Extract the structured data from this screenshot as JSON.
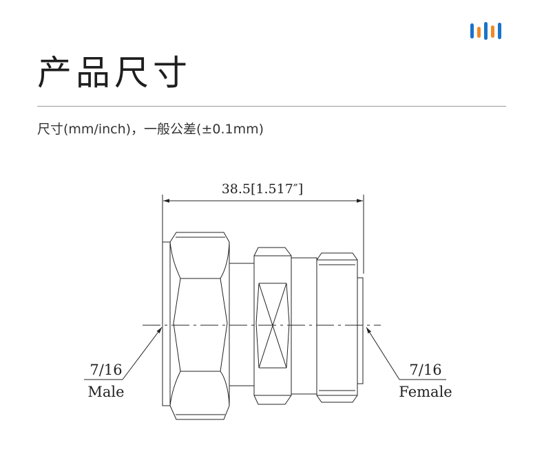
{
  "header": {
    "title": "产品尺寸",
    "subtitle": "尺寸(mm/inch)，一般公差(±0.1mm)",
    "logo_icon": "brand-bars-icon",
    "logo_colors": [
      "#1a73c9",
      "#f08a24",
      "#1a73c9",
      "#f08a24",
      "#1a73c9"
    ]
  },
  "drawing": {
    "overall_length": "38.5[1.517″]",
    "left_end": {
      "size": "7/16",
      "gender": "Male"
    },
    "right_end": {
      "size": "7/16",
      "gender": "Female"
    }
  }
}
